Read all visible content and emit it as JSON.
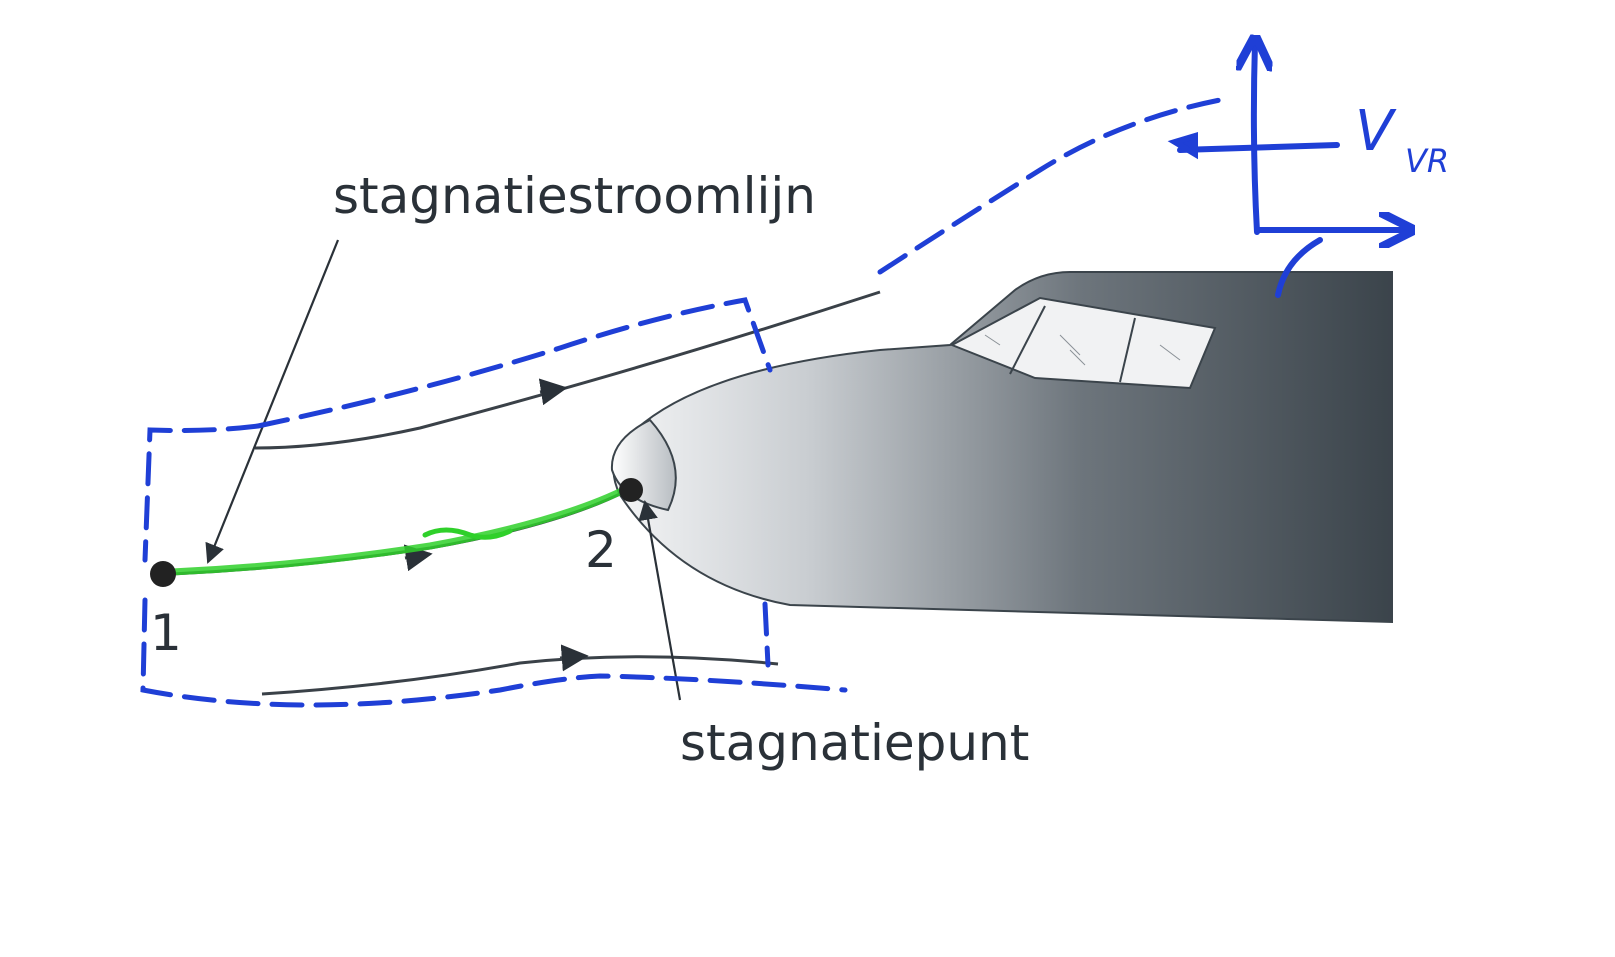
{
  "labels": {
    "streamline": "stagnatiestroomlijn",
    "stagnation_point": "stagnatiepunt",
    "point_1": "1",
    "point_2": "2",
    "velocity_symbol": "V",
    "velocity_subscript": "VR"
  },
  "colors": {
    "ink": "#2a3138",
    "annotation_blue": "#1f3fd6",
    "highlight_green": "#2fd02a",
    "fuselage_dark": "#3b444b",
    "fuselage_light": "#f2f3f4"
  }
}
